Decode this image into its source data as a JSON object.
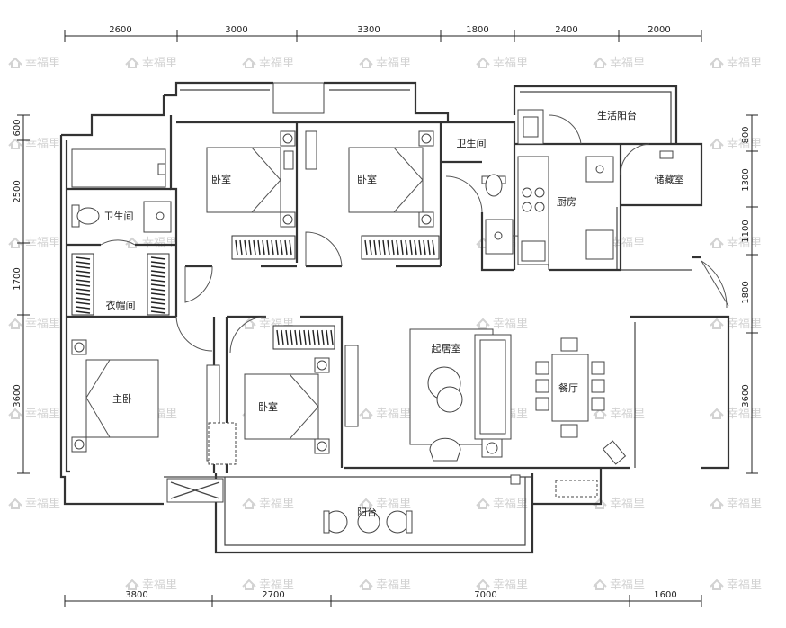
{
  "watermark": "幸福里",
  "dimensions": {
    "top": [
      "2600",
      "3000",
      "3300",
      "1800",
      "2400",
      "2000"
    ],
    "bottom": [
      "3800",
      "2700",
      "7000",
      "1600"
    ],
    "left": [
      "600",
      "2500",
      "1700",
      "3600"
    ],
    "right": [
      "800",
      "1300",
      "1100",
      "1800",
      "3600"
    ]
  },
  "rooms": {
    "bedroom_top_left": "卧室",
    "bedroom_top_mid": "卧室",
    "bathroom_top": "卫生间",
    "utility_balcony": "生活阳台",
    "storage": "储藏室",
    "kitchen": "厨房",
    "bathroom_left": "卫生间",
    "cloakroom": "衣帽间",
    "master_bedroom": "主卧",
    "bedroom_bottom": "卧室",
    "living_room": "起居室",
    "dining_room": "餐厅",
    "balcony": "阳台"
  }
}
